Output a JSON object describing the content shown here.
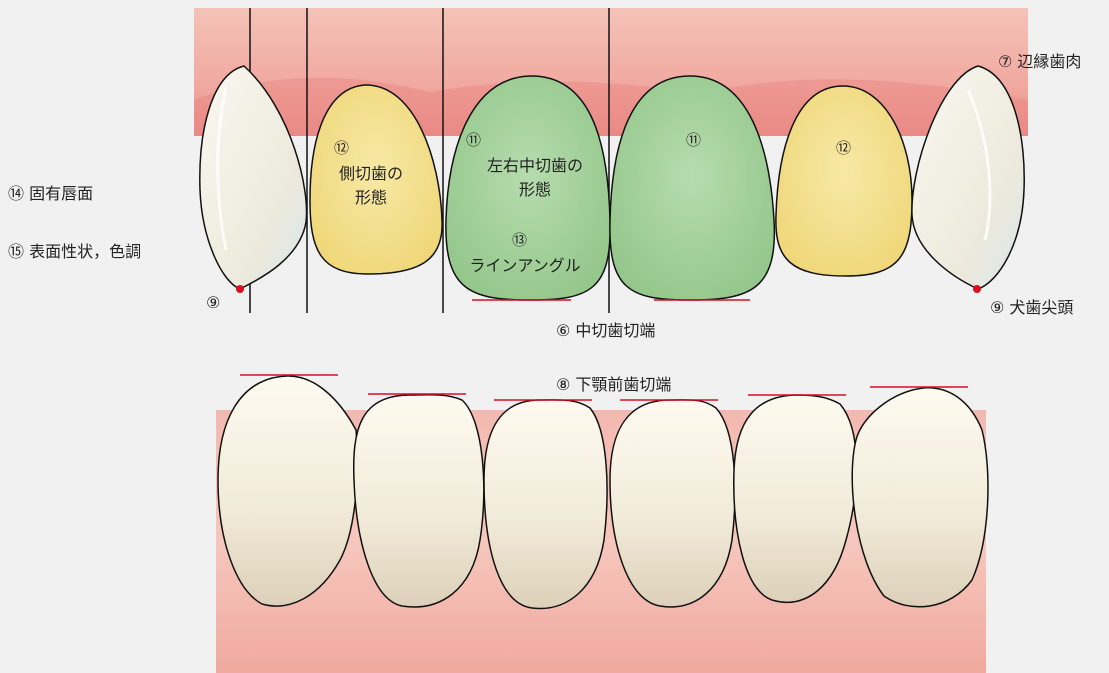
{
  "labels": {
    "marginal_gingiva": "⑦ 辺縁歯肉",
    "proper_labial_surface": "⑭ 固有唇面",
    "surface_texture_color": "⑮ 表面性状，色調",
    "cusp_left": "⑨",
    "canine_cusp_tip": "⑨ 犬歯尖頭",
    "central_incisal_edge": "⑥ 中切歯切端",
    "lower_incisal_edge": "⑧ 下顎前歯切端"
  },
  "teeth": {
    "lateral_left_num": "⑫",
    "lateral_left_text_1": "側切歯の",
    "lateral_left_text_2": "形態",
    "central_left_num": "⑪",
    "central_left_text_1": "左右中切歯の",
    "central_left_text_2": "形態",
    "line_angle_num": "⑬",
    "line_angle_text": "ラインアングル",
    "central_right_num": "⑪",
    "lateral_right_num": "⑫"
  },
  "colors": {
    "background": "#f1f1f1",
    "gum": "#f2b2a8",
    "gum_dark": "#e88a82",
    "central_incisor": "#9fcf97",
    "lateral_incisor": "#f3e18c",
    "canine": "#f2f0e6",
    "marker_red": "#d81020",
    "outline": "#111111"
  }
}
